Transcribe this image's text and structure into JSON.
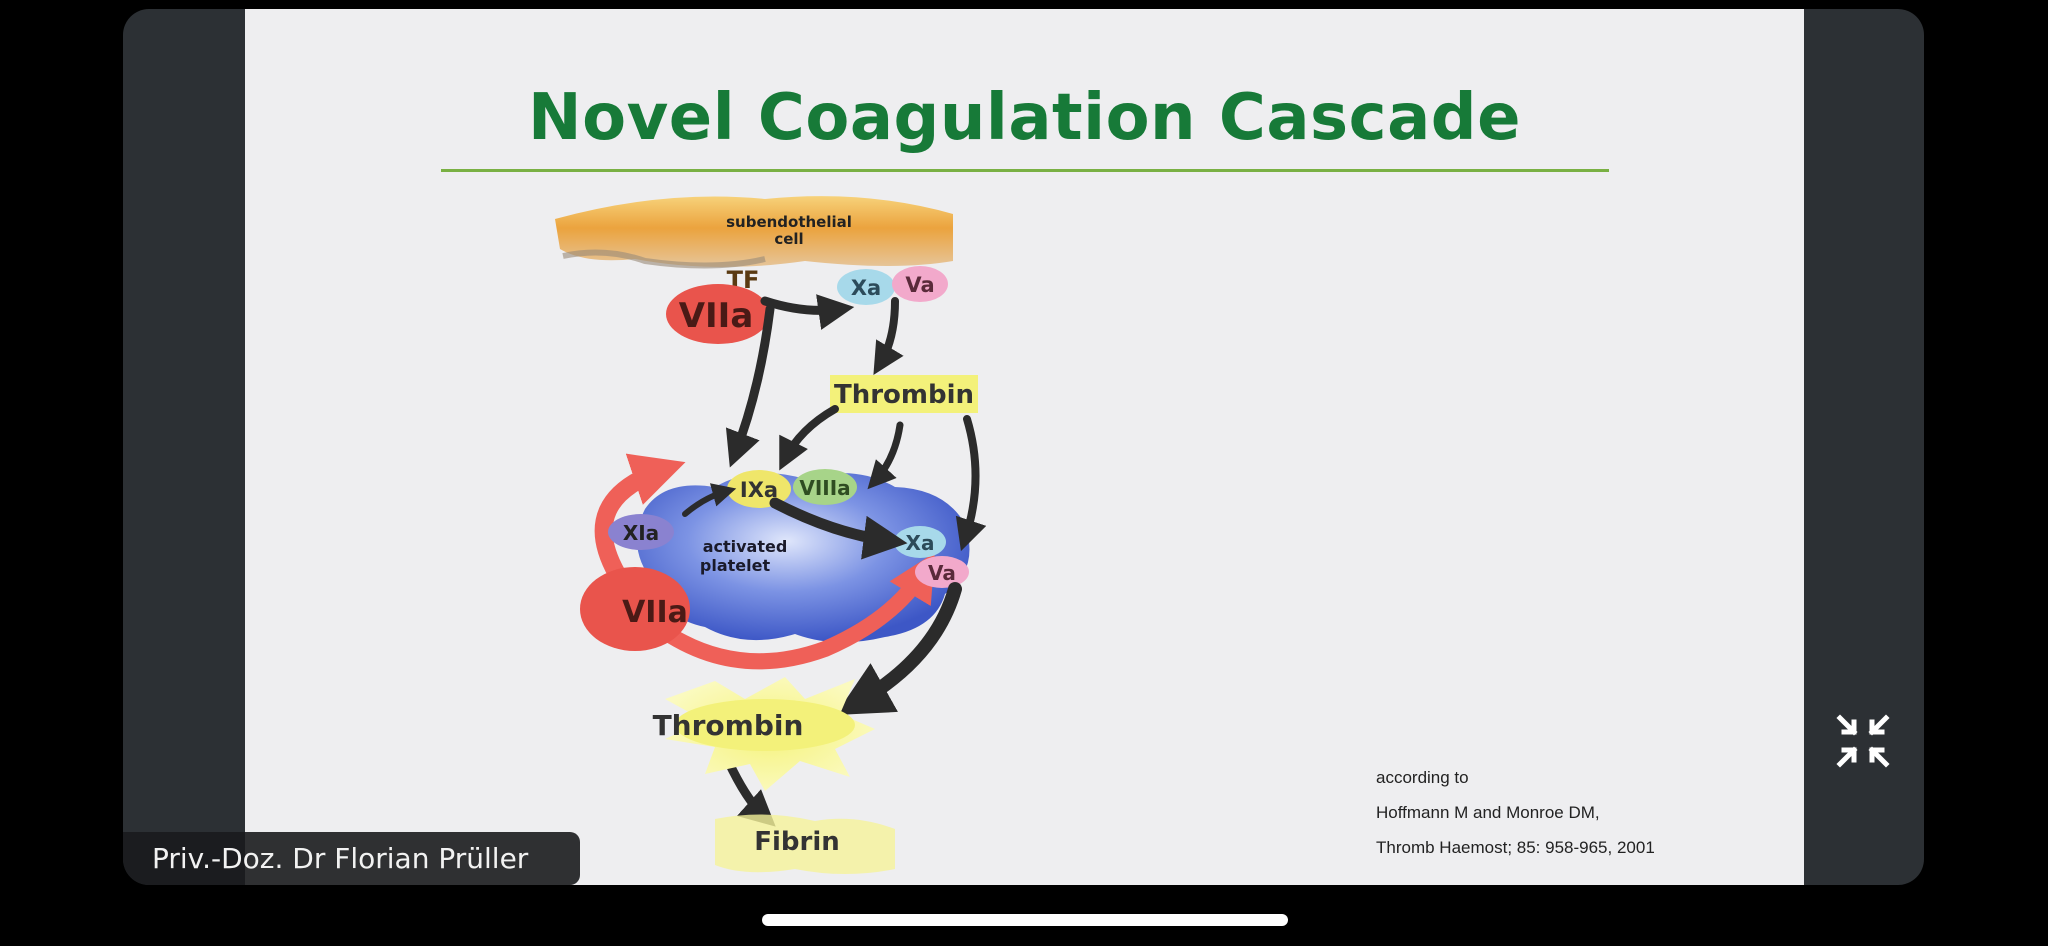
{
  "slide": {
    "title": "Novel Coagulation Cascade",
    "diagram": {
      "subendothelial_cell_line1": "subendothelial",
      "subendothelial_cell_line2": "cell",
      "tf": "TF",
      "viia_top": "VIIa",
      "xa_top": "Xa",
      "va_top": "Va",
      "thrombin_top": "Thrombin",
      "ixa": "IXa",
      "viiia": "VIIIa",
      "xia": "XIa",
      "platelet_line1": "activated",
      "platelet_line2": "platelet",
      "xa_platelet": "Xa",
      "va_platelet": "Va",
      "viia_platelet": "VIIa",
      "thrombin_burst": "Thrombin",
      "fibrin": "Fibrin"
    },
    "reference": {
      "line1": "according to",
      "line2": "Hoffmann M and Monroe DM,",
      "line3": "Thromb Haemost; 85: 958-965, 2001"
    }
  },
  "speaker_label": "Priv.-Doz. Dr Florian Prüller",
  "colors": {
    "title_green": "#177a38",
    "rule_green": "#79b043",
    "platelet_blue": "#5a78d8",
    "viia_red": "#e95a50",
    "thrombin_yellow": "#f3f17a"
  }
}
